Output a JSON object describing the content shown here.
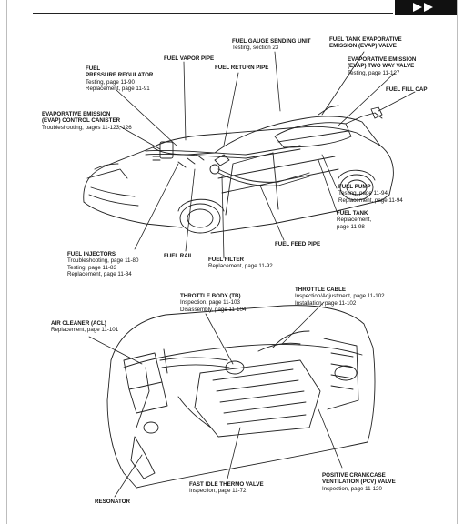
{
  "labels": {
    "fuel_gauge_sending_unit": {
      "title": "FUEL GAUGE SENDING UNIT",
      "lines": [
        "Testing, section 23"
      ]
    },
    "fuel_tank_evap_valve": {
      "title": "FUEL TANK EVAPORATIVE",
      "title2": "EMISSION (EVAP) VALVE",
      "lines": []
    },
    "fuel_vapor_pipe": {
      "title": "FUEL VAPOR PIPE",
      "lines": []
    },
    "fuel_return_pipe": {
      "title": "FUEL RETURN PIPE",
      "lines": []
    },
    "evap_two_way_valve": {
      "title": "EVAPORATIVE EMISSION",
      "title2": "(EVAP) TWO WAY VALVE",
      "lines": [
        "Testing, page 11-127"
      ]
    },
    "fuel_pressure_regulator": {
      "title": "FUEL",
      "title2": "PRESSURE REGULATOR",
      "lines": [
        "Testing, page 11-90",
        "Replacement, page 11-91"
      ]
    },
    "fuel_fill_cap": {
      "title": "FUEL FILL CAP",
      "lines": []
    },
    "evap_control_canister": {
      "title": "EVAPORATIVE EMISSION",
      "title2": "(EVAP) CONTROL CANISTER",
      "lines": [
        "Troubleshooting, pages 11-123, 126"
      ]
    },
    "fuel_pump": {
      "title": "FUEL PUMP",
      "lines": [
        "Testing, page 11-94",
        "Replacement, page 11-94"
      ]
    },
    "fuel_tank": {
      "title": "FUEL TANK",
      "lines": [
        "Replacement,",
        "page 11-98"
      ]
    },
    "fuel_feed_pipe": {
      "title": "FUEL FEED PIPE",
      "lines": []
    },
    "fuel_injectors": {
      "title": "FUEL INJECTORS",
      "lines": [
        "Troubleshooting, page 11-80",
        "Testing, page 11-83",
        "Replacement, page 11-84"
      ]
    },
    "fuel_rail": {
      "title": "FUEL RAIL",
      "lines": []
    },
    "fuel_filter": {
      "title": "FUEL FILTER",
      "lines": [
        "Replacement, page 11-92"
      ]
    },
    "throttle_body": {
      "title": "THROTTLE BODY (TB)",
      "lines": [
        "Inspection, page 11-103",
        "Disassembly, page 11-104"
      ]
    },
    "throttle_cable": {
      "title": "THROTTLE CABLE",
      "lines": [
        "Inspection/Adjustment, page 11-102",
        "Installation, page 11-102"
      ]
    },
    "air_cleaner": {
      "title": "AIR CLEANER (ACL)",
      "lines": [
        "Replacement, page 11-101"
      ]
    },
    "fast_idle_thermo_valve": {
      "title": "FAST IDLE THERMO VALVE",
      "lines": [
        "Inspection, page 11-72"
      ]
    },
    "pcv_valve": {
      "title": "POSITIVE CRANKCASE",
      "title2": "VENTILATION (PCV) VALVE",
      "lines": [
        "Inspection, page 11-120"
      ]
    },
    "resonator": {
      "title": "RESONATOR",
      "lines": []
    }
  }
}
